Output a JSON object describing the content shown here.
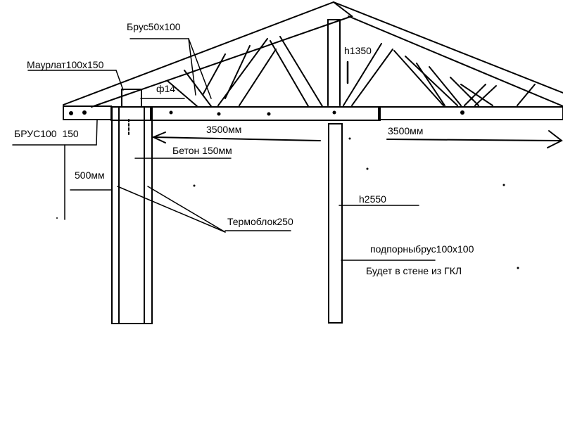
{
  "labels": {
    "brus_rafter": "Брус50х100",
    "mauerlat": "Маурлат100х150",
    "brus_beam": "БРУС100  150",
    "rod": "ф14",
    "span_left": "3500мм",
    "span_right": "3500мм",
    "concrete": "Бетон 150мм",
    "height_500": "500мм",
    "thermoblock": "Термоблок250",
    "ridge_height": "h1350",
    "post_height": "h2550",
    "support_beam": "подпорныбрус100х100",
    "gkl_note": "Будет в стене из ГКЛ"
  }
}
